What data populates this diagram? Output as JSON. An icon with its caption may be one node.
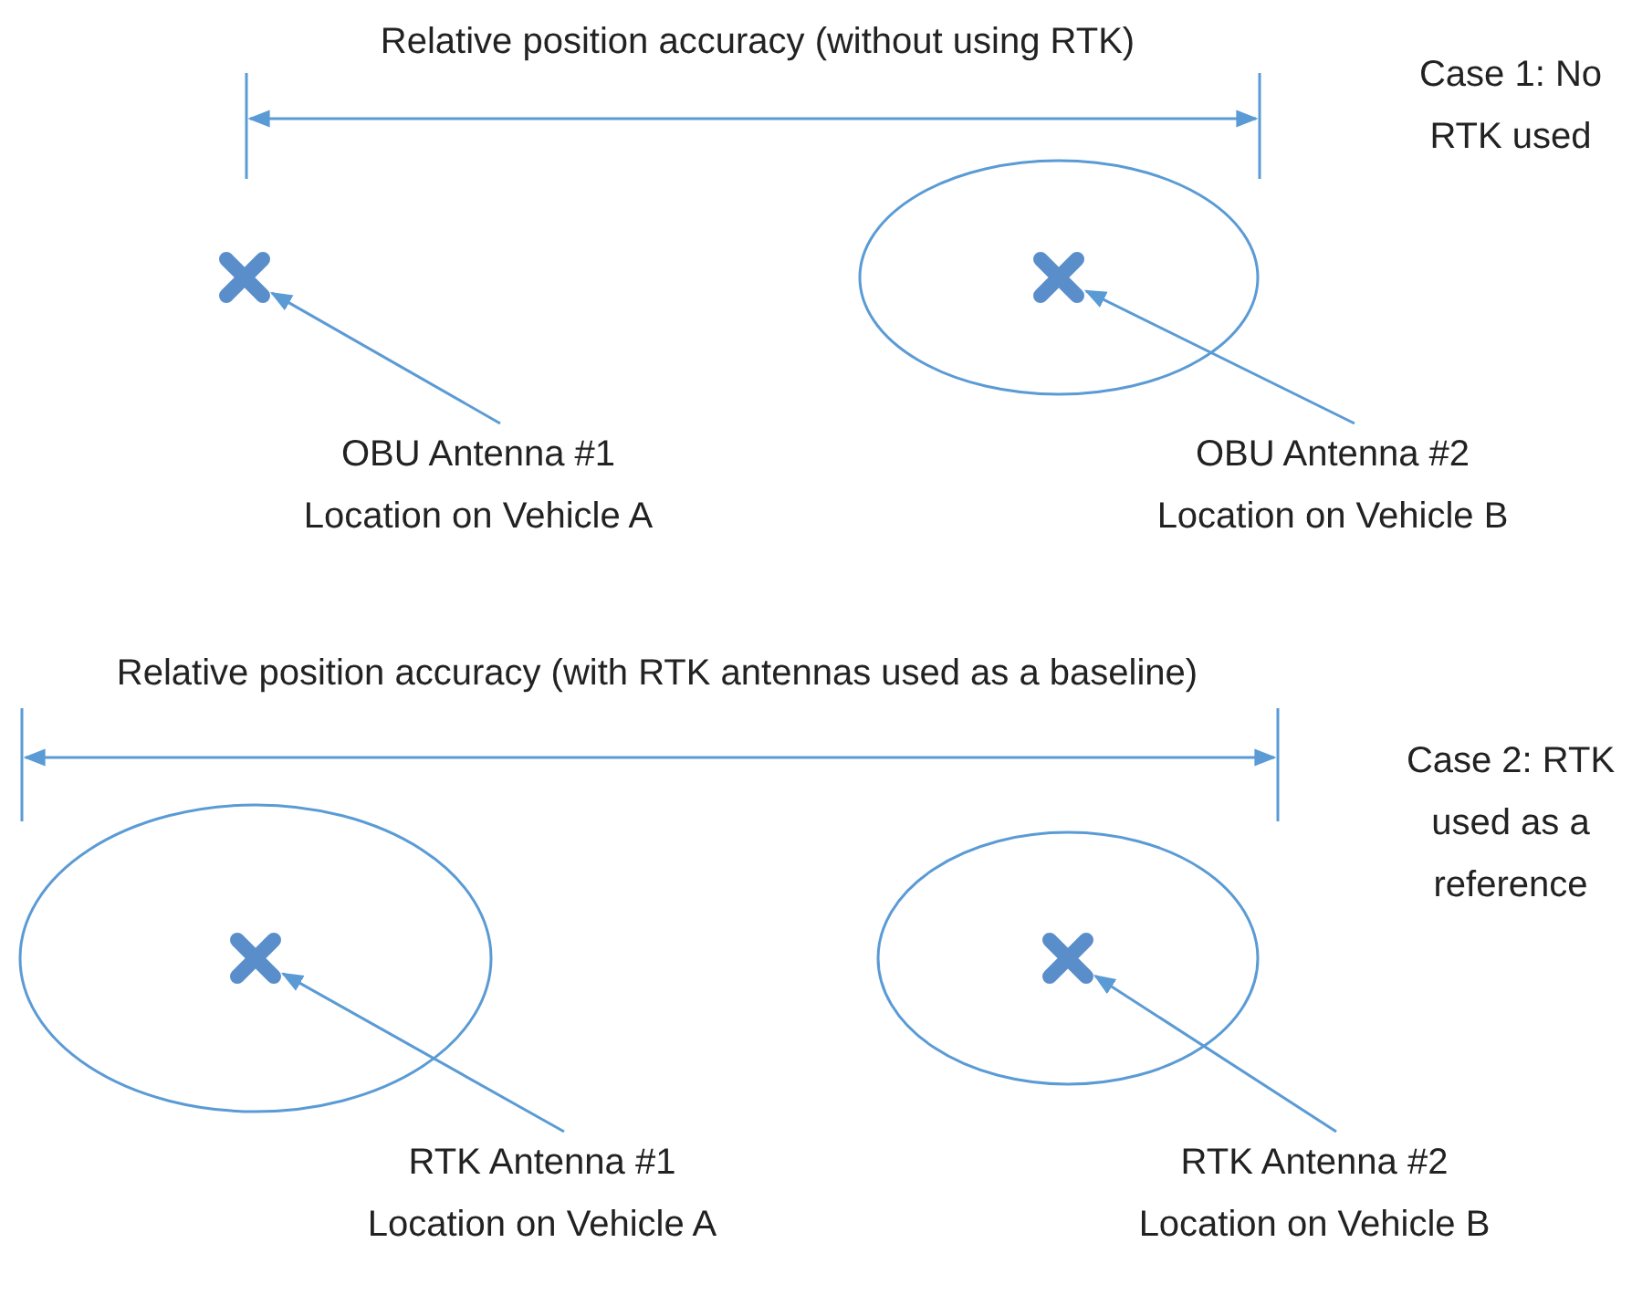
{
  "diagram": {
    "nodes": [
      {
        "text": [],
        "shape": "cross"
      },
      {
        "text": [],
        "shape": "ellipse"
      },
      {
        "text": [],
        "shape": "cross",
        "in": 1
      },
      {
        "text": [
          "OBU Antenna #1 Location on Vehicle A"
        ]
      },
      {
        "text": [
          "OBU Antenna #2 Location on Vehicle B"
        ]
      },
      {
        "text": [],
        "shape": "ellipse"
      },
      {
        "text": [],
        "shape": "cross",
        "in": 5
      },
      {
        "text": [],
        "shape": "ellipse"
      },
      {
        "text": [],
        "shape": "cross",
        "in": 7
      },
      {
        "text": [
          "RTK Antenna #1 Location on Vehicle A"
        ]
      },
      {
        "text": [
          "RTK Antenna #2 Location on Vehicle B"
        ]
      }
    ],
    "edges": [
      {
        "from": 3,
        "to": 0,
        "arrow": "to"
      },
      {
        "from": 4,
        "to": 2,
        "arrow": "to"
      },
      {
        "from": 9,
        "to": 6,
        "arrow": "to"
      },
      {
        "from": 10,
        "to": 8,
        "arrow": "to"
      }
    ],
    "labels": [
      "Relative position accuracy (without using RTK)",
      "Case 1: No RTK used",
      "Relative position accuracy (with RTK antennas used as a baseline)",
      "Case 2: RTK used as a reference"
    ]
  }
}
